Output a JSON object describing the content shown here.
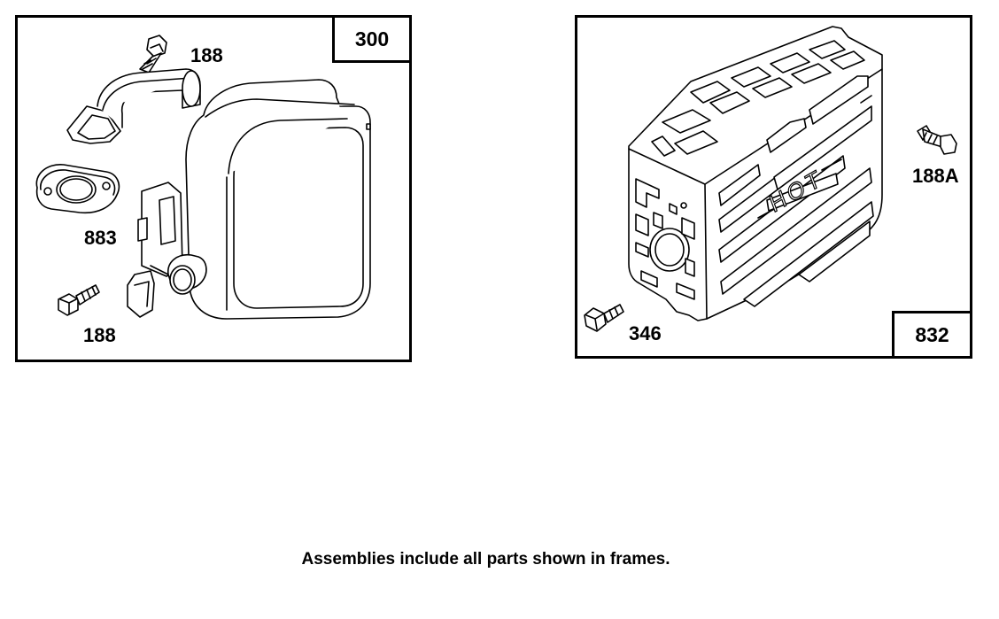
{
  "left_frame": {
    "number": "300",
    "labels": {
      "bolt_top": "188",
      "gasket": "883",
      "bolt_bottom": "188"
    }
  },
  "right_frame": {
    "number": "832",
    "labels": {
      "bolt_right": "188A",
      "bolt_bottom": "346"
    },
    "guard_text": "HOT"
  },
  "footer": {
    "note": "Assemblies include all parts shown in frames."
  }
}
